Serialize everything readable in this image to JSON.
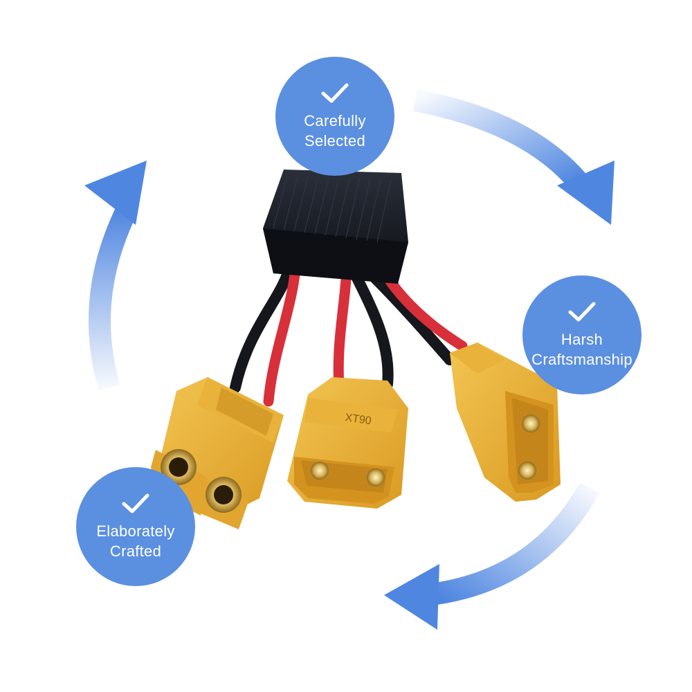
{
  "badges": {
    "top": {
      "label": "Carefully\nSelected",
      "icon": "check-icon"
    },
    "right": {
      "label": "Harsh\nCraftsmanship",
      "icon": "check-icon"
    },
    "left": {
      "label": "Elaborately\nCrafted",
      "icon": "check-icon"
    }
  },
  "product": {
    "connector_marking": "XT90"
  },
  "colors": {
    "badge": "#5b8fe0",
    "arrow": "#4f86e0",
    "connector": "#e8b23a",
    "housing": "#161a22",
    "wire_red": "#d8303a",
    "wire_black": "#15171c"
  }
}
